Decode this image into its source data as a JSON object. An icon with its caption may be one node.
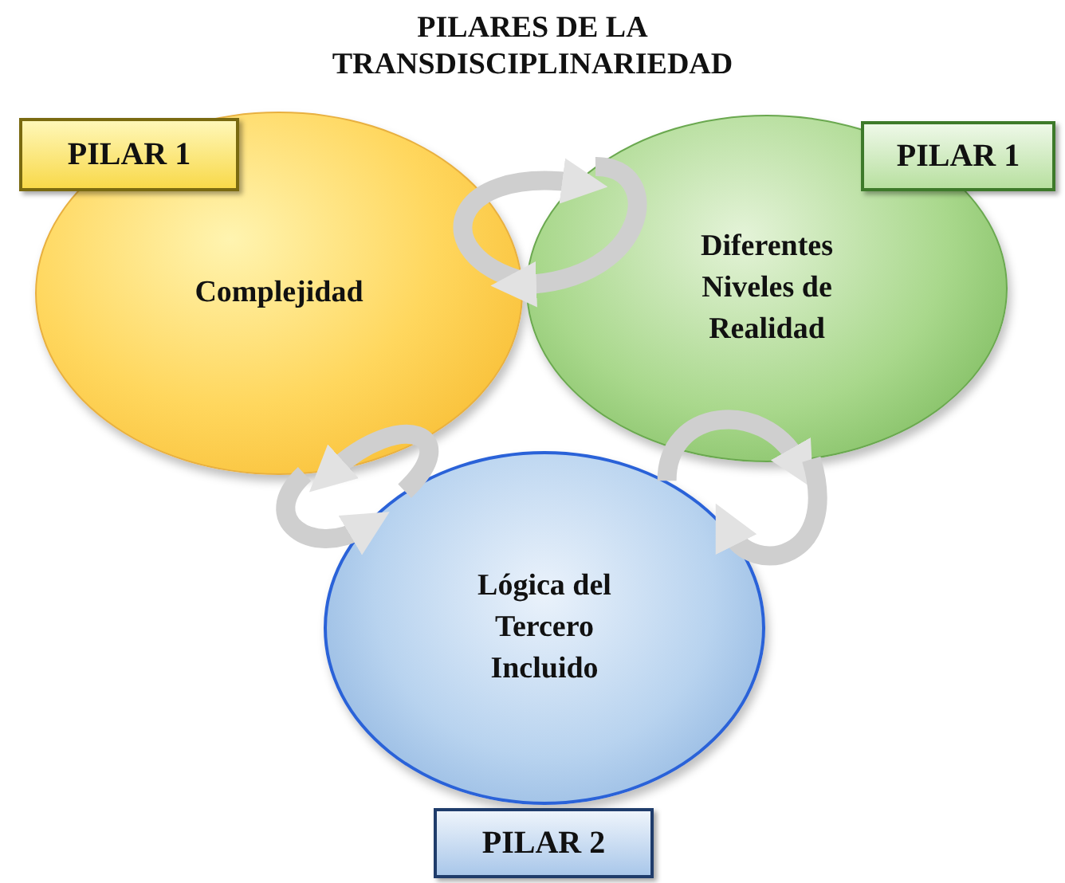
{
  "diagram": {
    "title": "PILARES DE LA TRANSDISCIPLINARIEDAD",
    "nodes": [
      {
        "text": [
          "Complejidad"
        ]
      },
      {
        "text": [
          "Diferentes Niveles de Realidad"
        ]
      },
      {
        "text": [
          "Lógica del Tercero Incluido"
        ]
      },
      {
        "text": [
          "PILAR 1"
        ]
      },
      {
        "text": [
          "PILAR 1"
        ]
      },
      {
        "text": [
          "PILAR 2"
        ]
      }
    ],
    "edges": [
      {
        "from": 0,
        "to": 1,
        "arrow": "to"
      },
      {
        "from": 1,
        "to": 0,
        "arrow": "to"
      },
      {
        "from": 2,
        "to": 0,
        "arrow": "to"
      },
      {
        "from": 0,
        "to": 2,
        "arrow": "to"
      },
      {
        "from": 2,
        "to": 1,
        "arrow": "to"
      },
      {
        "from": 1,
        "to": 2,
        "arrow": "to"
      }
    ]
  }
}
